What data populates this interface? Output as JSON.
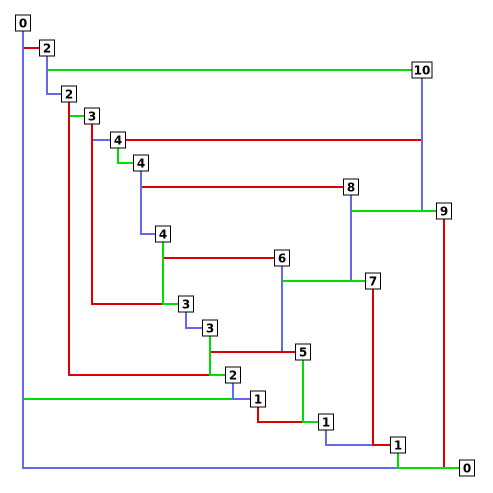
{
  "colors": {
    "red": "#dd0000",
    "green": "#00dd00",
    "blue": "#6666ee",
    "node_border": "#000000",
    "background": "#ffffff"
  },
  "nodes": [
    {
      "id": "n0",
      "label": "0"
    },
    {
      "id": "n1",
      "label": "2"
    },
    {
      "id": "n2",
      "label": "10"
    },
    {
      "id": "n3",
      "label": "2"
    },
    {
      "id": "n4",
      "label": "3"
    },
    {
      "id": "n5",
      "label": "4"
    },
    {
      "id": "n6",
      "label": "4"
    },
    {
      "id": "n7",
      "label": "8"
    },
    {
      "id": "n8",
      "label": "9"
    },
    {
      "id": "n9",
      "label": "4"
    },
    {
      "id": "n10",
      "label": "6"
    },
    {
      "id": "n11",
      "label": "7"
    },
    {
      "id": "n12",
      "label": "3"
    },
    {
      "id": "n13",
      "label": "3"
    },
    {
      "id": "n14",
      "label": "5"
    },
    {
      "id": "n15",
      "label": "2"
    },
    {
      "id": "n16",
      "label": "1"
    },
    {
      "id": "n17",
      "label": "1"
    },
    {
      "id": "n18",
      "label": "1"
    },
    {
      "id": "n19",
      "label": "0"
    }
  ],
  "edges": [
    {
      "from": "n0",
      "to": "n1",
      "color": "red"
    },
    {
      "from": "n0",
      "to": "n16",
      "color": "green"
    },
    {
      "from": "n0",
      "to": "n19",
      "color": "blue"
    },
    {
      "from": "n1",
      "to": "n2",
      "color": "green"
    },
    {
      "from": "n1",
      "to": "n3",
      "color": "blue"
    },
    {
      "from": "n3",
      "to": "n4",
      "color": "green"
    },
    {
      "from": "n3",
      "to": "n15",
      "color": "red"
    },
    {
      "from": "n4",
      "to": "n5",
      "color": "blue"
    },
    {
      "from": "n4",
      "to": "n12",
      "color": "red"
    },
    {
      "from": "n5",
      "to": "n2",
      "color": "red"
    },
    {
      "from": "n5",
      "to": "n6",
      "color": "green"
    },
    {
      "from": "n6",
      "to": "n7",
      "color": "red"
    },
    {
      "from": "n6",
      "to": "n9",
      "color": "blue"
    },
    {
      "from": "n2",
      "to": "n8",
      "color": "blue"
    },
    {
      "from": "n7",
      "to": "n8",
      "color": "green"
    },
    {
      "from": "n7",
      "to": "n11",
      "color": "blue"
    },
    {
      "from": "n8",
      "to": "n19",
      "color": "red"
    },
    {
      "from": "n9",
      "to": "n10",
      "color": "red"
    },
    {
      "from": "n9",
      "to": "n12",
      "color": "green"
    },
    {
      "from": "n10",
      "to": "n11",
      "color": "green"
    },
    {
      "from": "n10",
      "to": "n14",
      "color": "blue"
    },
    {
      "from": "n12",
      "to": "n13",
      "color": "blue"
    },
    {
      "from": "n13",
      "to": "n14",
      "color": "red"
    },
    {
      "from": "n13",
      "to": "n15",
      "color": "green"
    },
    {
      "from": "n15",
      "to": "n16",
      "color": "blue"
    },
    {
      "from": "n16",
      "to": "n17",
      "color": "red"
    },
    {
      "from": "n14",
      "to": "n17",
      "color": "green"
    },
    {
      "from": "n17",
      "to": "n18",
      "color": "blue"
    },
    {
      "from": "n11",
      "to": "n18",
      "color": "red"
    },
    {
      "from": "n18",
      "to": "n19",
      "color": "green"
    }
  ]
}
